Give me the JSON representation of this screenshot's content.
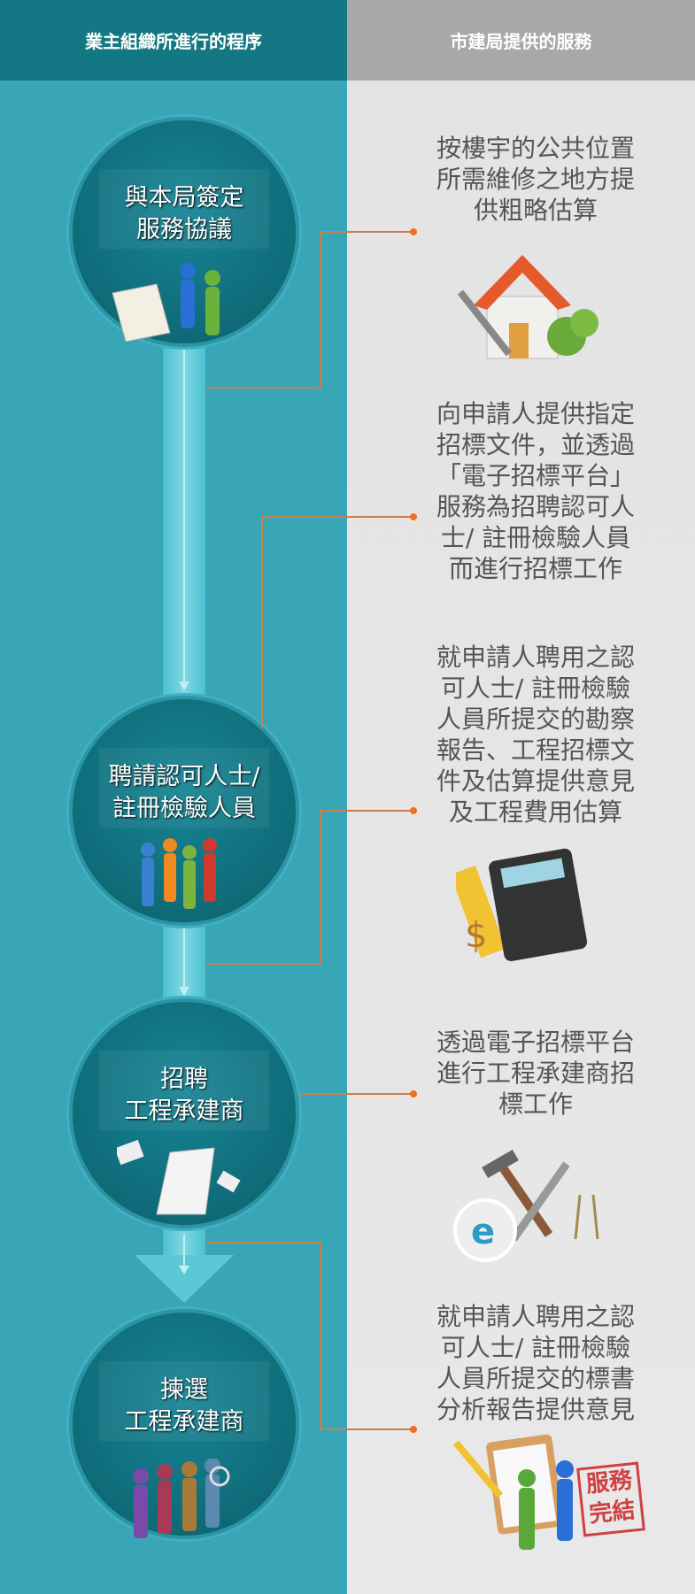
{
  "header": {
    "left_title": "業主組織所進行的程序",
    "right_title": "市建局提供的服務"
  },
  "steps": [
    {
      "line1": "與本局簽定",
      "line2": "服務協議",
      "icon": "handshake-contract-icon"
    },
    {
      "line1": "聘請認可人士/",
      "line2": "註冊檢驗人員",
      "icon": "people-group-icon"
    },
    {
      "line1": "招聘",
      "line2": "工程承建商",
      "icon": "tender-documents-icon"
    },
    {
      "line1": "揀選",
      "line2": "工程承建商",
      "icon": "selection-people-icon"
    }
  ],
  "services": [
    {
      "lines": [
        "按樓宇的公共位置",
        "所需維修之地方提",
        "供粗略估算"
      ],
      "icon": "house-repair-icon"
    },
    {
      "lines": [
        "向申請人提供指定",
        "招標文件，並透過",
        "「電子招標平台」",
        "服務為招聘認可人",
        "士/ 註冊檢驗人員",
        "而進行招標工作"
      ]
    },
    {
      "lines": [
        "就申請人聘用之認",
        "可人士/ 註冊檢驗",
        "人員所提交的勘察",
        "報告、工程招標文",
        "件及估算提供意見",
        "及工程費用估算"
      ],
      "icon": "calculator-icon"
    },
    {
      "lines": [
        "透過電子招標平台",
        "進行工程承建商招",
        "標工作"
      ],
      "icon": "e-tender-tools-icon"
    },
    {
      "lines": [
        "就申請人聘用之認",
        "可人士/ 註冊檢驗",
        "人員所提交的標書",
        "分析報告提供意見"
      ],
      "icon": "service-complete-icon"
    }
  ],
  "stamp": {
    "line1": "服務",
    "line2": "完結"
  },
  "colors": {
    "teal_dark": "#137784",
    "teal": "#39a6b8",
    "grey_header": "#a8a8a8",
    "connector": "#e9782d"
  }
}
